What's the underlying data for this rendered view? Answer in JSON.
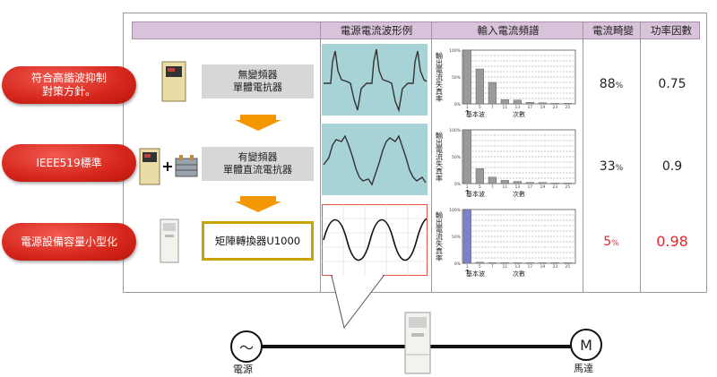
{
  "header": {
    "waveform": "電源電流波形例",
    "spectrum": "輸入電流頻譜",
    "distortion": "電流畸變",
    "power_factor": "功率因數"
  },
  "badges": [
    {
      "text_line1": "符合高諧波抑制",
      "text_line2": "對策方針。"
    },
    {
      "text_line1": "IEEE519標準",
      "text_line2": ""
    },
    {
      "text_line1": "電源設備容量小型化",
      "text_line2": ""
    }
  ],
  "rows": [
    {
      "config_line1": "無變頻器",
      "config_line2": "單體電抗器",
      "distortion": "88",
      "distortion_unit": "%",
      "power_factor": "0.75"
    },
    {
      "config_line1": "有變頻器",
      "config_line2": "單體直流電抗器",
      "distortion": "33",
      "distortion_unit": "%",
      "power_factor": "0.9"
    },
    {
      "config_line1": "矩陣轉換器U1000",
      "config_line2": "",
      "distortion": "5",
      "distortion_unit": "%",
      "power_factor": "0.98"
    }
  ],
  "spectrum_labels": {
    "y_axis": "輸出電流失真率",
    "y_ticks": [
      "100%",
      "50%",
      "0%"
    ],
    "x_ticks": [
      "1",
      "5",
      "7",
      "11",
      "13",
      "17",
      "19",
      "23",
      "25"
    ],
    "fundamental": "基本波",
    "order": "次數"
  },
  "chart_data": [
    {
      "type": "bar",
      "series_label": "row1",
      "categories": [
        "1",
        "5",
        "7",
        "11",
        "13",
        "17",
        "19",
        "23",
        "25"
      ],
      "values": [
        100,
        65,
        40,
        8,
        7,
        3,
        2,
        1,
        1
      ],
      "ylim": [
        0,
        100
      ]
    },
    {
      "type": "bar",
      "series_label": "row2",
      "categories": [
        "1",
        "5",
        "7",
        "11",
        "13",
        "17",
        "19",
        "23",
        "25"
      ],
      "values": [
        100,
        28,
        12,
        6,
        4,
        2,
        2,
        1,
        1
      ],
      "ylim": [
        0,
        100
      ]
    },
    {
      "type": "bar",
      "series_label": "row3",
      "categories": [
        "1",
        "5",
        "7",
        "11",
        "13",
        "17",
        "19",
        "23",
        "25"
      ],
      "values": [
        100,
        2,
        1,
        1,
        1,
        1,
        1,
        1,
        1
      ],
      "ylim": [
        0,
        100
      ]
    }
  ],
  "bottom": {
    "source_symbol": "～",
    "source_label": "電源",
    "motor_symbol": "M",
    "motor_label": "馬達"
  },
  "colors": {
    "header_bg": "#d9c3da",
    "pill_red": "#d6261c",
    "highlight_red": "#e4262b",
    "arrow_orange": "#f39800",
    "matrix_border": "#c9a300",
    "wave_bg": "#a8d3d6",
    "bar_grey": "#9a9a9a",
    "bar_highlight": "#8080d0"
  }
}
